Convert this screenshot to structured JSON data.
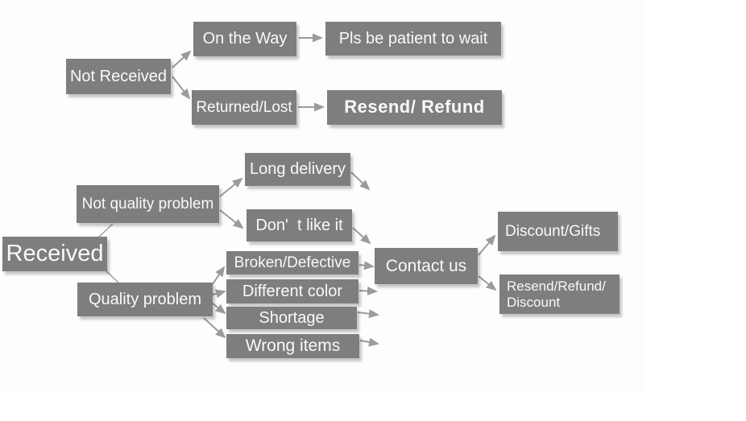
{
  "flowchart": {
    "nodes": {
      "not_received": "Not Received",
      "on_the_way": "On the Way",
      "pls_wait": "Pls be patient to wait",
      "returned_lost": "Returned/Lost",
      "resend_refund": "Resend/ Refund",
      "received": "Received",
      "not_quality_problem": "Not quality problem",
      "long_delivery": "Long delivery",
      "dont_like_it": "Don'  t like it",
      "quality_problem": "Quality problem",
      "broken_defective": "Broken/Defective",
      "different_color": "Different color",
      "shortage": "Shortage",
      "wrong_items": "Wrong items",
      "contact_us": "Contact us",
      "discount_gifts": "Discount/Gifts",
      "resend_refund_discount": "Resend/Refund/\nDiscount"
    },
    "edges": [
      {
        "from": "Not Received",
        "to": "On the Way"
      },
      {
        "from": "Not Received",
        "to": "Returned/Lost"
      },
      {
        "from": "On the Way",
        "to": "Pls be patient to wait"
      },
      {
        "from": "Returned/Lost",
        "to": "Resend/ Refund"
      },
      {
        "from": "Received",
        "to": "Not quality problem"
      },
      {
        "from": "Received",
        "to": "Quality problem"
      },
      {
        "from": "Not quality problem",
        "to": "Long delivery"
      },
      {
        "from": "Not quality problem",
        "to": "Don'  t like it"
      },
      {
        "from": "Long delivery",
        "to": "Contact us"
      },
      {
        "from": "Don'  t like it",
        "to": "Contact us"
      },
      {
        "from": "Quality problem",
        "to": "Broken/Defective"
      },
      {
        "from": "Quality problem",
        "to": "Different color"
      },
      {
        "from": "Quality problem",
        "to": "Shortage"
      },
      {
        "from": "Quality problem",
        "to": "Wrong items"
      },
      {
        "from": "Broken/Defective",
        "to": "Contact us"
      },
      {
        "from": "Different color",
        "to": "Contact us"
      },
      {
        "from": "Shortage",
        "to": "Contact us"
      },
      {
        "from": "Wrong items",
        "to": "Contact us"
      },
      {
        "from": "Contact us",
        "to": "Discount/Gifts"
      },
      {
        "from": "Contact us",
        "to": "Resend/Refund/ Discount"
      }
    ],
    "colors": {
      "node_background": "#7e7e7e",
      "node_text": "#f9f9f9",
      "arrow": "#9b9b9b",
      "background": "#ffffff"
    }
  }
}
